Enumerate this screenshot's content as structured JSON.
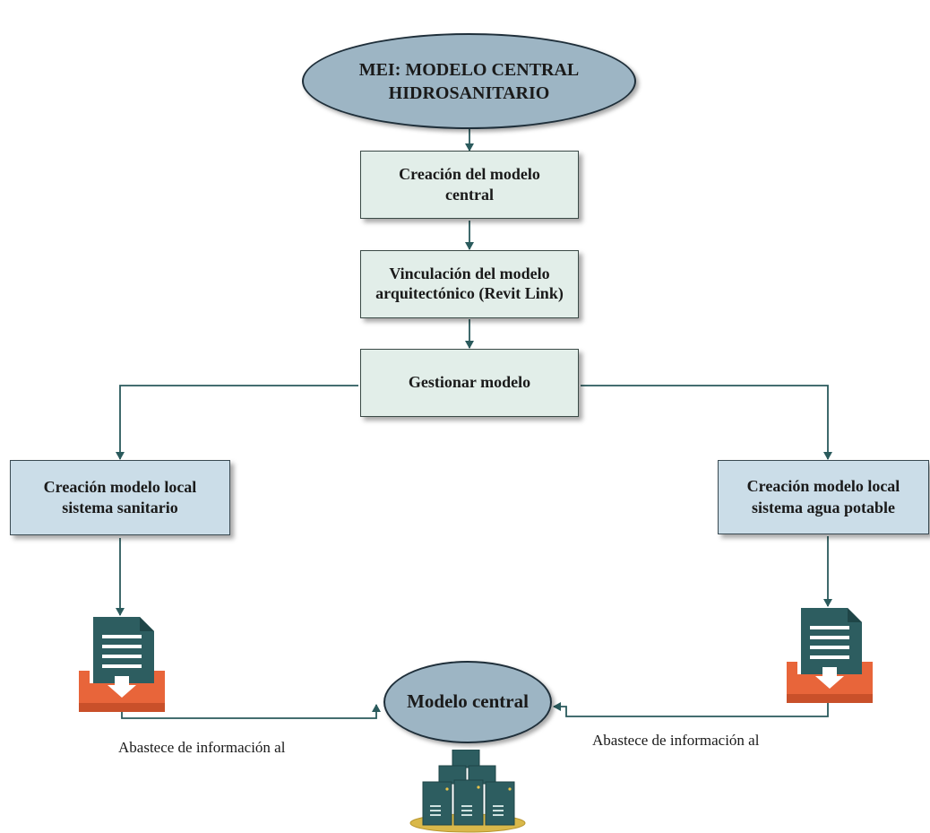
{
  "diagram": {
    "root": {
      "text": "MEI: MODELO CENTRAL HIDROSANITARIO"
    },
    "step1": {
      "text": "Creación del modelo central"
    },
    "step2": {
      "text": "Vinculación del modelo arquitectónico (Revit Link)"
    },
    "step3": {
      "text": "Gestionar modelo"
    },
    "left_branch": {
      "text": "Creación modelo local sistema sanitario"
    },
    "right_branch": {
      "text": "Creación modelo local sistema agua potable"
    },
    "central": {
      "text": "Modelo central"
    },
    "left_edge_label": "Abastece de información al",
    "right_edge_label": "Abastece de información al"
  },
  "icons": {
    "left_doc": "document-download-tray-icon",
    "right_doc": "document-download-tray-icon",
    "central_db": "server-stack-icon"
  },
  "colors": {
    "ellipse_fill": "#9db5c4",
    "green_box_fill": "#e2eee9",
    "blue_box_fill": "#cbdde8",
    "connector": "#2a5a5c",
    "doc_dark": "#2d5d60",
    "tray_orange": "#e8653a",
    "server_gold": "#d9b84a"
  }
}
